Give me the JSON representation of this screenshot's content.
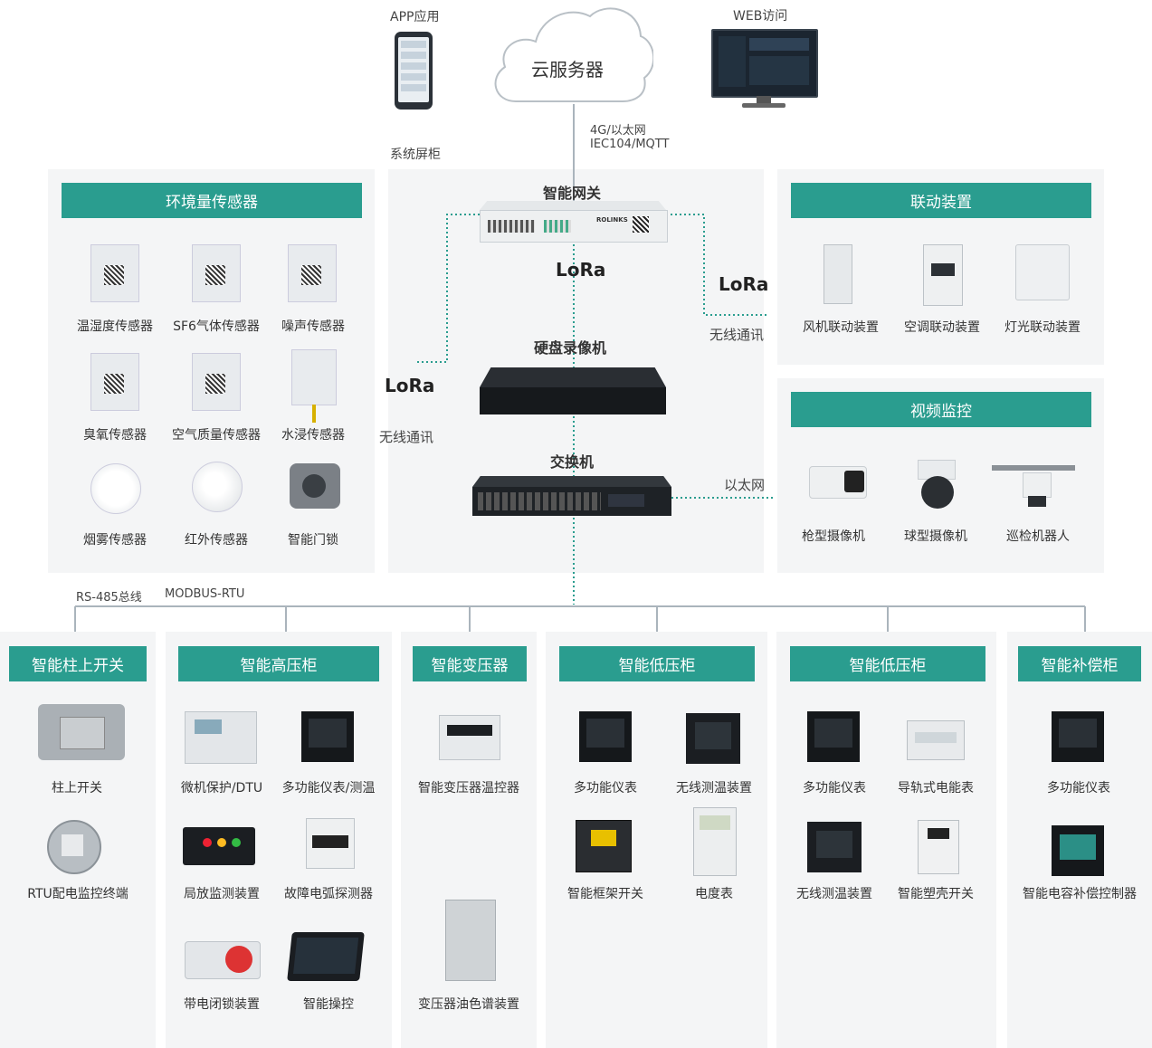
{
  "top": {
    "app_label": "APP应用",
    "web_label": "WEB访问",
    "cloud_label": "云服务器",
    "net_line1": "4G/以太网",
    "net_line2": "IEC104/MQTT",
    "cabinet_label": "系统屏柜"
  },
  "center": {
    "gateway": "智能网关",
    "gateway_brand": "ROLINKS",
    "nvr": "硬盘录像机",
    "switch": "交换机",
    "lora": "LoRa"
  },
  "wireless_left": "无线通讯",
  "wireless_right": "无线通讯",
  "ethernet": "以太网",
  "bus": {
    "rs485": "RS-485总线",
    "modbus": "MODBUS-RTU"
  },
  "env": {
    "header": "环境量传感器",
    "items": [
      "温湿度传感器",
      "SF6气体传感器",
      "噪声传感器",
      "臭氧传感器",
      "空气质量传感器",
      "水浸传感器",
      "烟雾传感器",
      "红外传感器",
      "智能门锁"
    ]
  },
  "linkage": {
    "header": "联动装置",
    "items": [
      "风机联动装置",
      "空调联动装置",
      "灯光联动装置"
    ]
  },
  "video": {
    "header": "视频监控",
    "items": [
      "枪型摄像机",
      "球型摄像机",
      "巡检机器人"
    ]
  },
  "bottom": [
    {
      "header": "智能柱上开关",
      "items": [
        "柱上开关",
        "RTU配电监控终端"
      ]
    },
    {
      "header": "智能高压柜",
      "items": [
        "微机保护/DTU",
        "多功能仪表/测温",
        "局放监测装置",
        "故障电弧探测器",
        "带电闭锁装置",
        "智能操控"
      ]
    },
    {
      "header": "智能变压器",
      "items": [
        "智能变压器温控器",
        "变压器油色谱装置"
      ]
    },
    {
      "header": "智能低压柜",
      "items": [
        "多功能仪表",
        "无线测温装置",
        "智能框架开关",
        "电度表"
      ]
    },
    {
      "header": "智能低压柜",
      "items": [
        "多功能仪表",
        "导轨式电能表",
        "无线测温装置",
        "智能塑壳开关"
      ]
    },
    {
      "header": "智能补偿柜",
      "items": [
        "多功能仪表",
        "智能电容补偿控制器"
      ]
    }
  ],
  "colors": {
    "accent": "#2a9d8f",
    "panel": "#f4f5f6",
    "line": "#aab4bc"
  }
}
